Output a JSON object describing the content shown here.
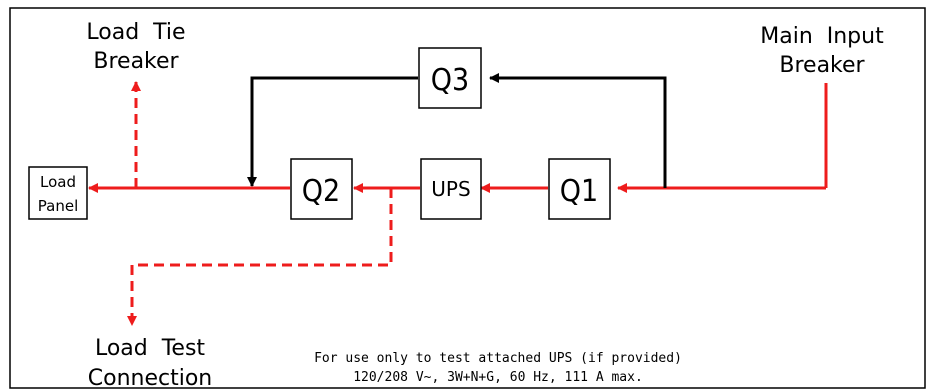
{
  "labels": {
    "load_tie_line1": "Load  Tie",
    "load_tie_line2": "Breaker",
    "main_input_line1": "Main  Input",
    "main_input_line2": "Breaker",
    "load_panel_line1": "Load",
    "load_panel_line2": "Panel",
    "load_test_line1": "Load  Test",
    "load_test_line2": "Connection"
  },
  "boxes": {
    "q1": "Q1",
    "q2": "Q2",
    "q3": "Q3",
    "ups": "UPS"
  },
  "note": {
    "line1": "For use only to test attached UPS (if provided)",
    "line2": "120/208 V~, 3W+N+G, 60 Hz, 111 A max."
  },
  "colors": {
    "power_path": "#ee1c1c",
    "bypass_path": "#000000",
    "frame": "#000000"
  }
}
